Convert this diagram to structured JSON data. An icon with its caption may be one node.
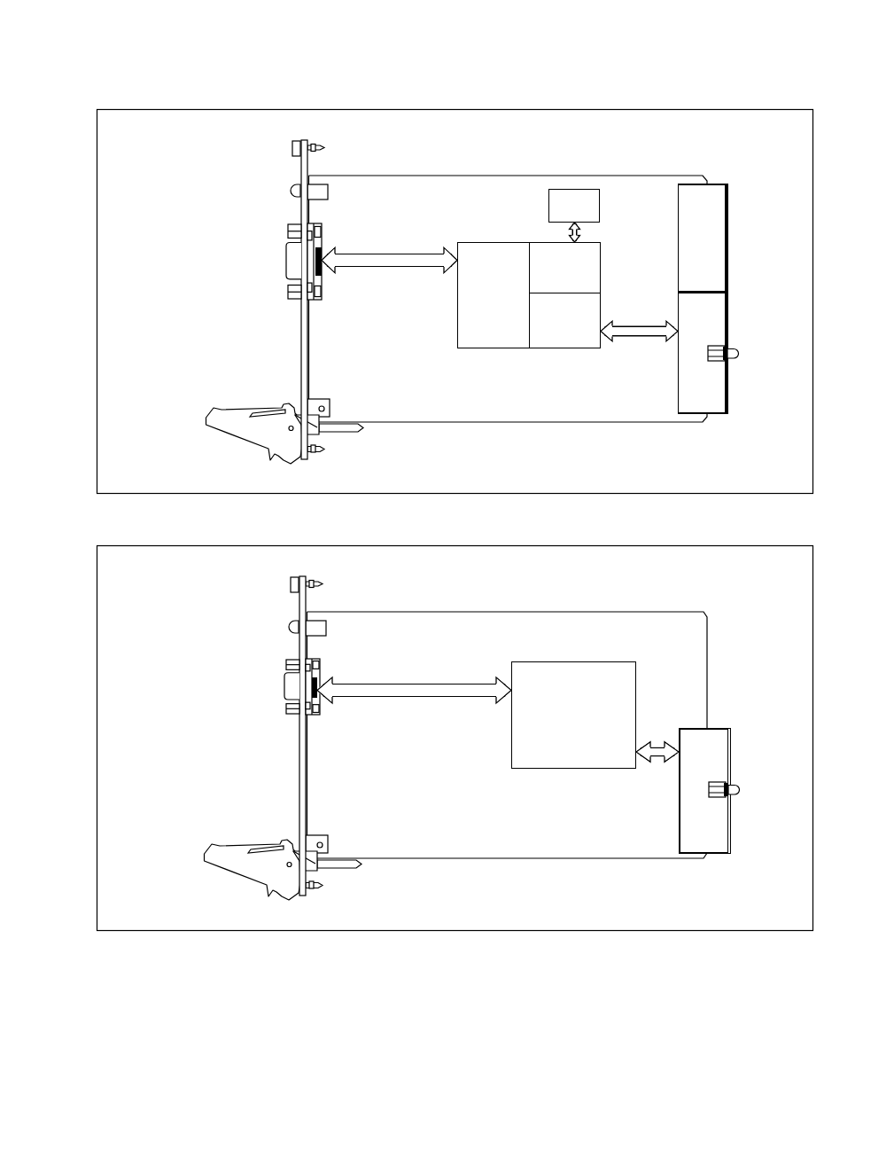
{
  "diagram": {
    "nodes": [
      {
        "text": [],
        "shape": "box"
      },
      {
        "text": [],
        "shape": "box"
      },
      {
        "text": [],
        "shape": "bar"
      },
      {
        "text": [],
        "shape": "box"
      },
      {
        "text": [],
        "shape": "box"
      },
      {
        "text": [],
        "shape": "box"
      },
      {
        "text": [],
        "shape": "box"
      },
      {
        "text": [],
        "shape": "bar"
      },
      {
        "text": [],
        "shape": "box"
      },
      {
        "text": [],
        "shape": "box"
      }
    ],
    "edges": [
      {
        "from": 2,
        "to": 3,
        "arrow": "both"
      },
      {
        "from": 0,
        "to": 4,
        "arrow": "both"
      },
      {
        "from": 5,
        "to": 6,
        "arrow": "both"
      },
      {
        "from": 7,
        "to": 8,
        "arrow": "both"
      },
      {
        "from": 8,
        "to": 9,
        "arrow": "both"
      }
    ]
  }
}
